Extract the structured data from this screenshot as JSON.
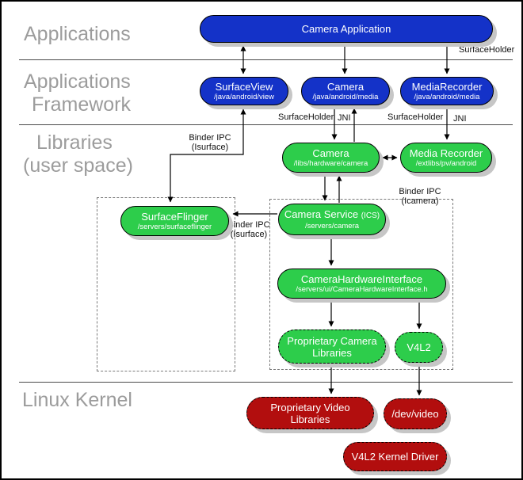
{
  "colors": {
    "blue": "#1432c8",
    "green": "#2dcd4b",
    "red": "#b20e0e",
    "shadow": "#c6c6c6",
    "label_gray": "#9c9c9c",
    "dash_gray": "#7a7a7a"
  },
  "layers": {
    "applications": "Applications",
    "framework1": "Applications",
    "framework2": "Framework",
    "libraries1": "Libraries",
    "libraries2": "(user space)",
    "kernel": "Linux Kernel"
  },
  "nodes": {
    "camera_application": {
      "title": "Camera Application"
    },
    "surface_view": {
      "title": "SurfaceView",
      "subtitle": "/java/android/view"
    },
    "camera_api": {
      "title": "Camera",
      "subtitle": "/java/android/media"
    },
    "media_recorder_api": {
      "title": "MediaRecorder",
      "subtitle": "/java/android/media"
    },
    "camera_lib": {
      "title": "Camera",
      "subtitle": "/libs/hardware/camera"
    },
    "media_recorder_lib": {
      "title": "Media Recorder",
      "subtitle": "/extlibs/pv/android"
    },
    "surface_flinger": {
      "title": "SurfaceFlinger",
      "subtitle": "/servers/surfaceflinger"
    },
    "camera_service": {
      "title": "Camera Service",
      "title_suffix": "(ICS)",
      "subtitle": "/servers/camera"
    },
    "camera_hardware_interface": {
      "title": "CameraHardwareInterface",
      "subtitle": "/servers/ui/CameraHardwareInterface.h"
    },
    "proprietary_camera_libraries": {
      "title": "Proprietary Camera Libraries"
    },
    "v4l2": {
      "title": "V4L2"
    },
    "proprietary_video_libraries": {
      "title": "Proprietary Video Libraries"
    },
    "dev_video": {
      "title": "/dev/video"
    },
    "v4l2_kernel_driver": {
      "title": "V4L2 Kernel Driver"
    }
  },
  "edge_labels": {
    "surface_holder_app": "SurfaceHolder",
    "surface_holder_camera": "SurfaceHolder",
    "jni_camera": "JNI",
    "surface_holder_recorder": "SurfaceHolder",
    "jni_recorder": "JNI",
    "binder_isurface_a1": "Binder IPC",
    "binder_isurface_a2": "(Isurface)",
    "binder_isurface_b1": "Binder IPC",
    "binder_isurface_b2": "(Isurface)",
    "binder_icamera_1": "Binder IPC",
    "binder_icamera_2": "(Icamera)"
  }
}
